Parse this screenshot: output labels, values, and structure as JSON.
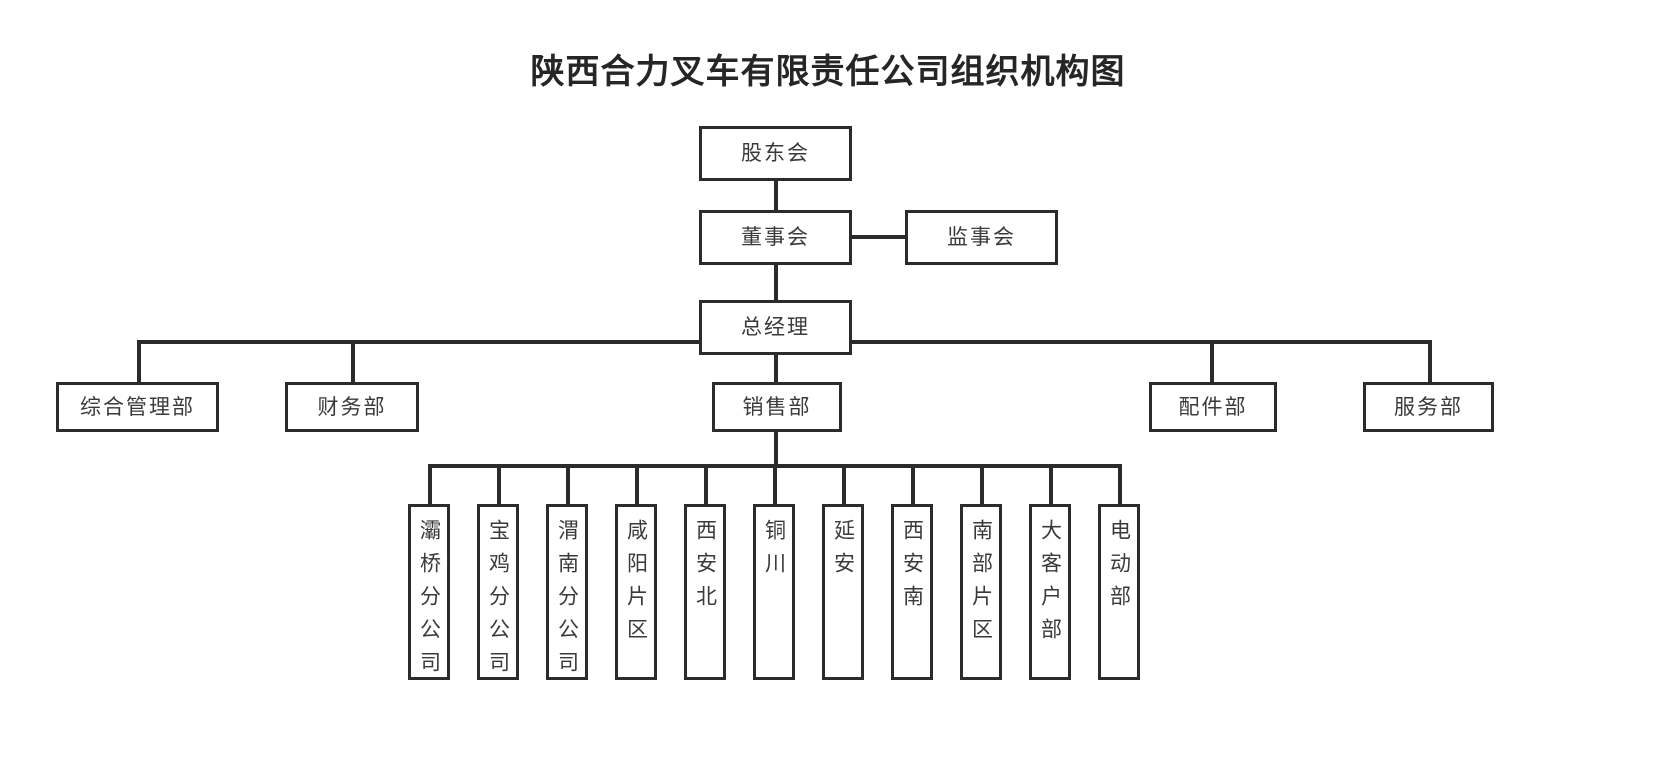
{
  "title": "陕西合力叉车有限责任公司组织机构图",
  "nodes": {
    "shareholders": "股东会",
    "board": "董事会",
    "supervisors": "监事会",
    "general_manager": "总经理"
  },
  "departments": [
    {
      "label": "综合管理部"
    },
    {
      "label": "财务部"
    },
    {
      "label": "销售部"
    },
    {
      "label": "配件部"
    },
    {
      "label": "服务部"
    }
  ],
  "sales_units": [
    {
      "label": "灞桥分公司"
    },
    {
      "label": "宝鸡分公司"
    },
    {
      "label": "渭南分公司"
    },
    {
      "label": "咸阳片区"
    },
    {
      "label": "西安北"
    },
    {
      "label": "铜川"
    },
    {
      "label": "延安"
    },
    {
      "label": "西安南"
    },
    {
      "label": "南部片区"
    },
    {
      "label": "大客户部"
    },
    {
      "label": "电动部"
    }
  ],
  "colors": {
    "border": "#2b2b2b",
    "text": "#3a3a3a",
    "title": "#262626",
    "background": "#ffffff"
  }
}
